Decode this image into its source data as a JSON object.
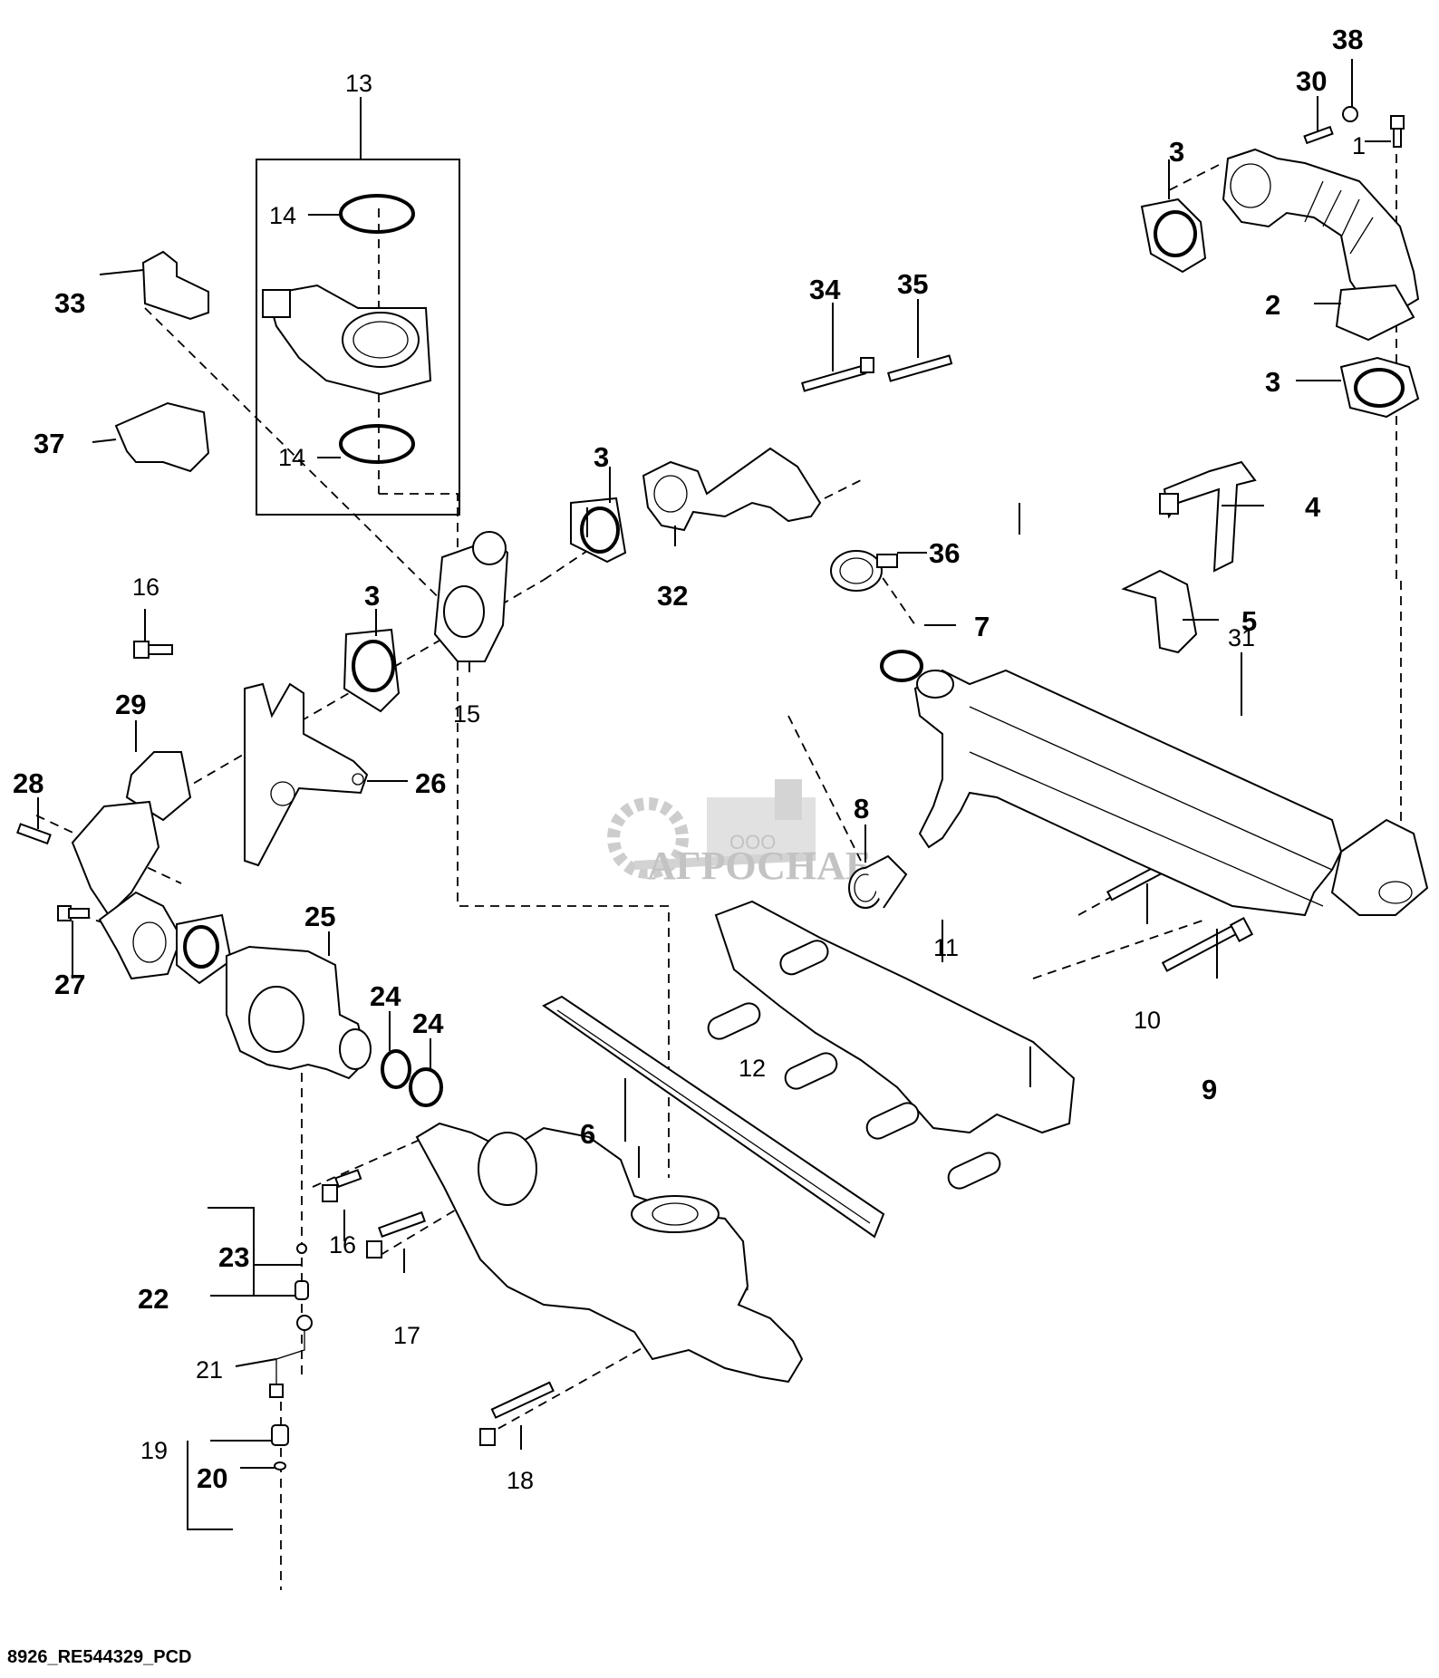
{
  "diagram": {
    "title": "",
    "footer_code": "8926_RE544329_PCD",
    "watermark": {
      "prefix": "ООО",
      "name": "АГРОСНАБ"
    },
    "callouts": [
      {
        "id": "c1",
        "label": "1"
      },
      {
        "id": "c2",
        "label": "2"
      },
      {
        "id": "c3a",
        "label": "3"
      },
      {
        "id": "c3b",
        "label": "3"
      },
      {
        "id": "c3c",
        "label": "3"
      },
      {
        "id": "c3d",
        "label": "3"
      },
      {
        "id": "c4",
        "label": "4"
      },
      {
        "id": "c5",
        "label": "5"
      },
      {
        "id": "c6",
        "label": "6"
      },
      {
        "id": "c7",
        "label": "7"
      },
      {
        "id": "c8",
        "label": "8"
      },
      {
        "id": "c9",
        "label": "9"
      },
      {
        "id": "c10",
        "label": "10"
      },
      {
        "id": "c11",
        "label": "11"
      },
      {
        "id": "c12",
        "label": "12"
      },
      {
        "id": "c13",
        "label": "13"
      },
      {
        "id": "c14a",
        "label": "14"
      },
      {
        "id": "c14b",
        "label": "14"
      },
      {
        "id": "c15",
        "label": "15"
      },
      {
        "id": "c16a",
        "label": "16"
      },
      {
        "id": "c16b",
        "label": "16"
      },
      {
        "id": "c17",
        "label": "17"
      },
      {
        "id": "c18",
        "label": "18"
      },
      {
        "id": "c19",
        "label": "19"
      },
      {
        "id": "c20",
        "label": "20"
      },
      {
        "id": "c21",
        "label": "21"
      },
      {
        "id": "c22",
        "label": "22"
      },
      {
        "id": "c23",
        "label": "23"
      },
      {
        "id": "c24a",
        "label": "24"
      },
      {
        "id": "c24b",
        "label": "24"
      },
      {
        "id": "c25",
        "label": "25"
      },
      {
        "id": "c26",
        "label": "26"
      },
      {
        "id": "c27",
        "label": "27"
      },
      {
        "id": "c28",
        "label": "28"
      },
      {
        "id": "c29",
        "label": "29"
      },
      {
        "id": "c30",
        "label": "30"
      },
      {
        "id": "c31",
        "label": "31"
      },
      {
        "id": "c32",
        "label": "32"
      },
      {
        "id": "c33",
        "label": "33"
      },
      {
        "id": "c34",
        "label": "34"
      },
      {
        "id": "c35",
        "label": "35"
      },
      {
        "id": "c36",
        "label": "36"
      },
      {
        "id": "c37",
        "label": "37"
      },
      {
        "id": "c38",
        "label": "38"
      }
    ]
  }
}
